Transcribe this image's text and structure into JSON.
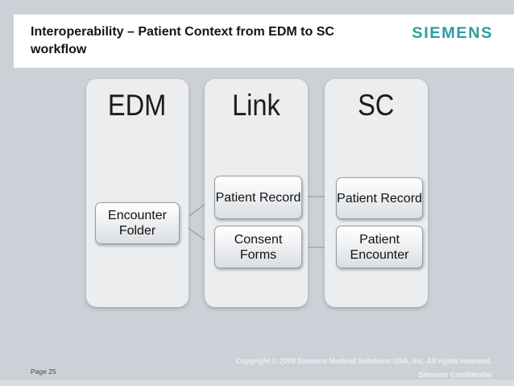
{
  "slide": {
    "title": "Interoperability – Patient Context from EDM to SC workflow",
    "logo_text": "SIEMENS"
  },
  "diagram": {
    "columns": [
      {
        "label": "EDM",
        "nodes": [
          {
            "label": "Encounter Folder"
          }
        ]
      },
      {
        "label": "Link",
        "nodes": [
          {
            "label": "Patient Record"
          },
          {
            "label": "Consent Forms"
          }
        ]
      },
      {
        "label": "SC",
        "nodes": [
          {
            "label": "Patient Record"
          },
          {
            "label": "Patient Encounter"
          }
        ]
      }
    ],
    "connections": [
      {
        "from": "EDM / Encounter Folder",
        "to": "Link / Patient Record"
      },
      {
        "from": "EDM / Encounter Folder",
        "to": "Link / Consent Forms"
      },
      {
        "from": "Link / Patient Record",
        "to": "SC / Patient Record"
      },
      {
        "from": "Link / Consent Forms",
        "to": "SC / Patient Encounter"
      }
    ]
  },
  "footer": {
    "page_label": "Page 25",
    "copyright": "Copyright © 2009 Siemens Medical Solutions USA, Inc. All rights reserved.",
    "confidential": "Siemens Confidential"
  },
  "colors": {
    "accent_teal": "#2E9C9E",
    "background": "#CDD0D7",
    "panel": "#EBEDEE",
    "connector": "#9AA0A8"
  }
}
